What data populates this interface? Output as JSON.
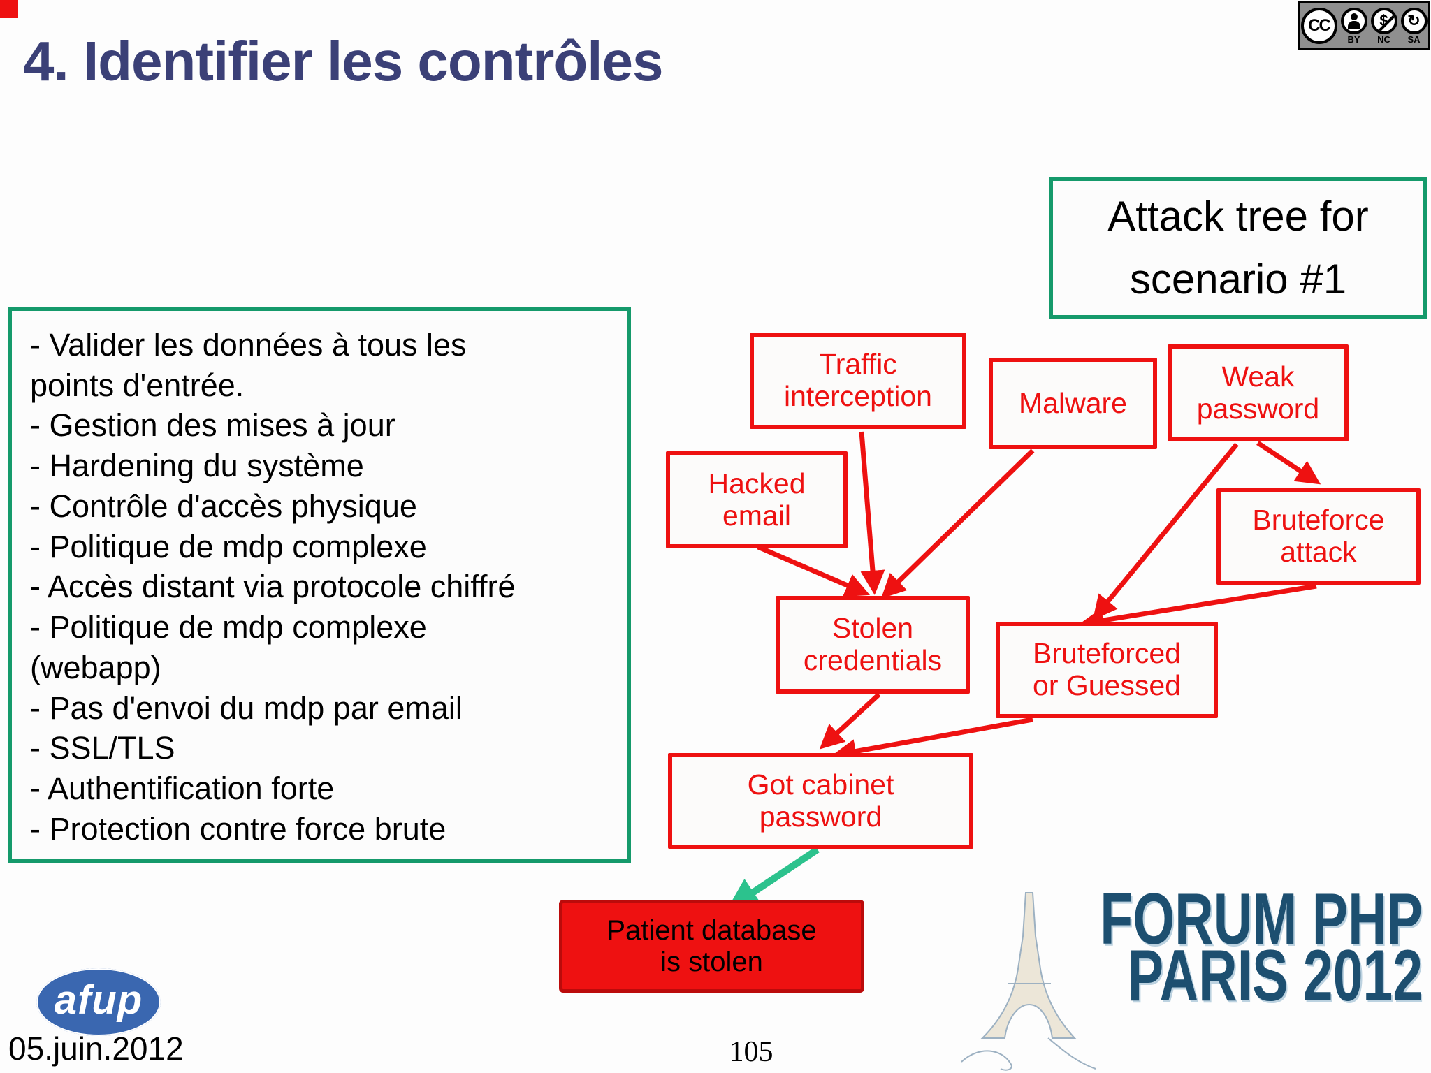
{
  "slide": {
    "title": "4. Identifier les contrôles",
    "date": "05.juin.2012",
    "page_number": "105"
  },
  "license": {
    "cc": "CC",
    "by": "BY",
    "nc": "NC",
    "sa": "SA"
  },
  "annotation": {
    "attack_tree_label": "Attack tree for\nscenario #1"
  },
  "controls": {
    "items": [
      "- Valider les données à tous les\npoints d'entrée.",
      "- Gestion des mises à jour",
      "- Hardening du système",
      "- Contrôle d'accès physique",
      "- Politique de mdp complexe",
      "- Accès distant via protocole chiffré",
      "- Politique de mdp complexe\n(webapp)",
      "- Pas d'envoi du mdp par email",
      "- SSL/TLS",
      "- Authentification forte",
      "- Protection contre force brute"
    ]
  },
  "attack_tree": {
    "nodes": [
      {
        "id": "traffic",
        "label": "Traffic\ninterception",
        "type": "attack"
      },
      {
        "id": "malware",
        "label": "Malware",
        "type": "attack"
      },
      {
        "id": "weak",
        "label": "Weak\npassword",
        "type": "attack"
      },
      {
        "id": "hacked",
        "label": "Hacked\nemail",
        "type": "attack"
      },
      {
        "id": "bruteforce",
        "label": "Bruteforce\nattack",
        "type": "attack"
      },
      {
        "id": "stolen",
        "label": "Stolen\ncredentials",
        "type": "attack"
      },
      {
        "id": "bruteforced",
        "label": "Bruteforced\nor Guessed",
        "type": "attack"
      },
      {
        "id": "gotcabinet",
        "label": "Got cabinet\npassword",
        "type": "attack"
      },
      {
        "id": "patient",
        "label": "Patient database\nis stolen",
        "type": "impact"
      }
    ],
    "edges": [
      {
        "from": "traffic",
        "to": "stolen",
        "color": "red"
      },
      {
        "from": "hacked",
        "to": "stolen",
        "color": "red"
      },
      {
        "from": "malware",
        "to": "stolen",
        "color": "red"
      },
      {
        "from": "weak",
        "to": "bruteforce",
        "color": "red"
      },
      {
        "from": "weak",
        "to": "bruteforced",
        "color": "red"
      },
      {
        "from": "bruteforce",
        "to": "bruteforced",
        "color": "red"
      },
      {
        "from": "stolen",
        "to": "gotcabinet",
        "color": "red"
      },
      {
        "from": "bruteforced",
        "to": "gotcabinet",
        "color": "red"
      },
      {
        "from": "gotcabinet",
        "to": "patient",
        "color": "green"
      }
    ]
  },
  "footer": {
    "afup_label": "afup",
    "forum_line1": "FORUM PHP",
    "forum_line2": "PARIS 2012"
  },
  "colors": {
    "accent_red": "#ee1111",
    "impact_border_red": "#bb0b0b",
    "green_border": "#159a6b",
    "green_arrow": "#2cc28d",
    "title_navy": "#3b4077",
    "forum_blue": "#1d4f70",
    "afup_blue": "#3a67b0"
  }
}
